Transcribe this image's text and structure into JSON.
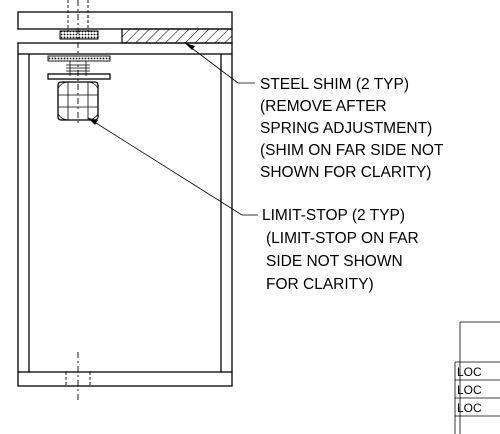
{
  "callouts": {
    "steel_shim": [
      "STEEL SHIM (2 TYP)",
      "(REMOVE AFTER",
      "SPRING ADJUSTMENT)",
      "(SHIM ON FAR SIDE NOT",
      "SHOWN FOR CLARITY)"
    ],
    "limit_stop": [
      "LIMIT-STOP (2 TYP)",
      "(LIMIT-STOP ON FAR",
      "SIDE NOT SHOWN",
      "FOR CLARITY)"
    ]
  },
  "table": {
    "rows": [
      "LOC",
      "LOC",
      "LOC"
    ]
  }
}
